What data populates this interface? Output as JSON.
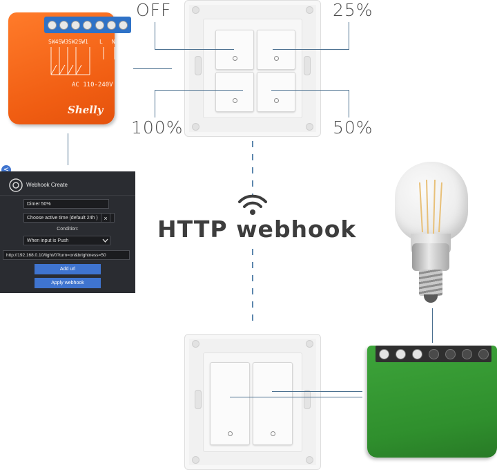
{
  "labels": {
    "off": "OFF",
    "p25": "25%",
    "p100": "100%",
    "p50": "50%",
    "title": "HTTP webhook"
  },
  "orange_module": {
    "terminal_labels": "SW4SW3SW2SW1",
    "l_label": "L",
    "n_label": "N",
    "voltage": "AC 110-240V",
    "brand": "Shelly",
    "color": "#f26418"
  },
  "webhook_panel": {
    "title": "Webhook Create",
    "name_value": "Dimer 50%",
    "active_time": "Choose active time (default 24h )",
    "close_symbol": "×",
    "condition_label": "Condition:",
    "condition_value": "When input is Push",
    "url_value": "http://192.168.0.10/light/0?turn=on&brightness=50",
    "add_url_label": "Add url",
    "apply_label": "Apply webhook",
    "back_symbol": "<",
    "accent": "#3f74cf"
  },
  "green_module": {
    "color": "#35a033"
  },
  "icons": [
    "wifi-icon",
    "webhook-gear-icon",
    "chevron-down-icon",
    "back-chevron-icon",
    "close-icon"
  ]
}
